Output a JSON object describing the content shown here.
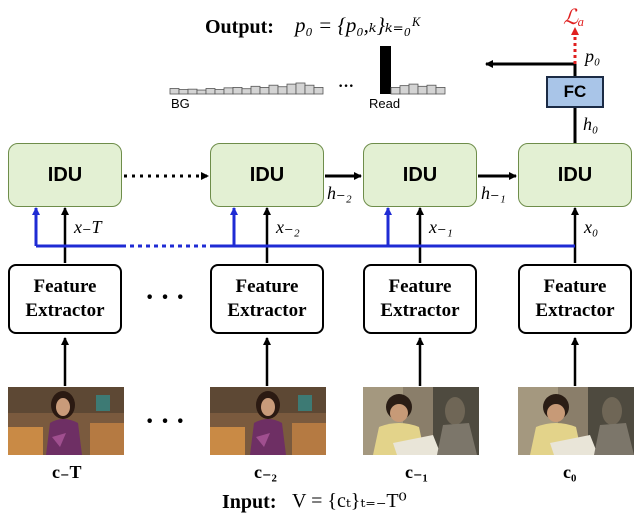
{
  "header": {
    "output_prefix": "Output:",
    "output_formula": "p₀ = {p₀,ₖ}ₖ₌₀ᴷ",
    "bg_label": "BG",
    "read_label": "Read",
    "ellipsis": "···"
  },
  "top_right": {
    "loss_label": "ℒₐ",
    "p0_label": "p₀",
    "fc_label": "FC",
    "h0_label": "h₀"
  },
  "idu_row": {
    "idu_label": "IDU",
    "hidden_labels": [
      "h₋₂",
      "h₋₁"
    ]
  },
  "feature_row": {
    "x_labels": [
      "x₋T",
      "x₋₂",
      "x₋₁",
      "x₀"
    ],
    "extractor_label": "Feature Extractor",
    "ellipsis": "···"
  },
  "frames": {
    "labels": [
      "c₋T",
      "c₋₂",
      "c₋₁",
      "c₀"
    ],
    "ellipsis": "···"
  },
  "footer": {
    "input_prefix": "Input:",
    "input_formula": "V = {cₜ}ₜ₌₋T⁰"
  },
  "colors": {
    "idu_fill": "#e3f0d3",
    "idu_border": "#6e8d4a",
    "fc_fill": "#a9c5e8",
    "blue_line": "#1f2bd4",
    "loss_red": "#e02020",
    "hist_fill": "#d4d4d4"
  },
  "histogram": {
    "bg_values": [
      0.25,
      0.2,
      0.22,
      0.18,
      0.25,
      0.2,
      0.28,
      0.3,
      0.24,
      0.35,
      0.3,
      0.4,
      0.33,
      0.45,
      0.5,
      0.4,
      0.3
    ],
    "read_value": 1.0,
    "post_values": [
      0.3,
      0.38,
      0.45,
      0.35,
      0.4,
      0.3
    ]
  }
}
